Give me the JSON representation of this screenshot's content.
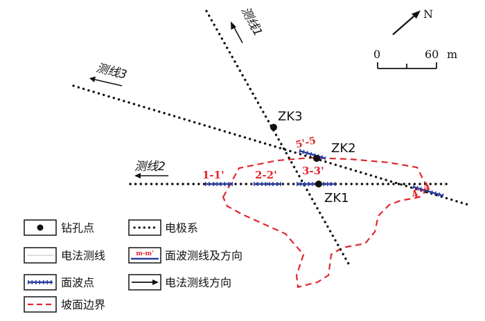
{
  "survey_lines": {
    "line1": "测线1",
    "line2": "测线2",
    "line3": "测线3"
  },
  "boreholes": {
    "zk1": "ZK1",
    "zk2": "ZK2",
    "zk3": "ZK3"
  },
  "surface_wave_profiles": {
    "p1": "1-1'",
    "p2": "2-2'",
    "p3": "3-3'",
    "p4": "4'-4",
    "p5": "5'-5"
  },
  "north_arrow": {
    "label": "N"
  },
  "scale_bar": {
    "start": "0",
    "end": "60",
    "unit": "m"
  },
  "legend": {
    "borehole": "钻孔点",
    "electrode_system": "电极系",
    "electrical_line": "电法测线",
    "surface_wave_line_icon": "m-m'",
    "surface_wave_line": "面波测线及方向",
    "surface_wave_point": "面波点",
    "electrical_direction": "电法测线方向",
    "slope_boundary": "坡面边界"
  },
  "colors": {
    "boundary": "#e0262b",
    "surface_wave": "#2a3c9c",
    "ink": "#111111"
  }
}
